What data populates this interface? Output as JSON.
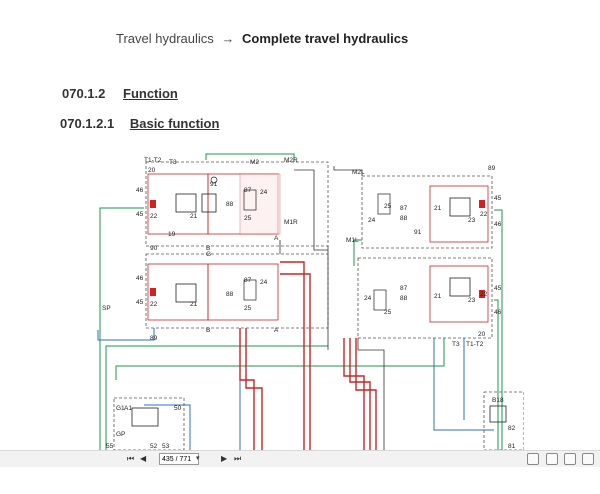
{
  "breadcrumb": {
    "parent": "Travel hydraulics",
    "arrow": "→",
    "current": "Complete travel hydraulics"
  },
  "sections": [
    {
      "number": "070.1.2",
      "title": "Function"
    },
    {
      "number": "070.1.2.1",
      "title": "Basic function"
    }
  ],
  "schematic_labels": {
    "t1t2_top": "T1-T2",
    "t3_top": "T3",
    "n20a": "20",
    "m2r": "M2R",
    "m1r": "M1R",
    "m2": "M2",
    "n46a": "46",
    "n45a": "45",
    "n22a": "22",
    "n21a": "21",
    "n91a": "91",
    "n88a": "88",
    "n87a": "87",
    "n24a": "24",
    "n25a": "25",
    "n90a": "90",
    "n89a": "89",
    "n19": "19",
    "b_a": "B",
    "a_a": "A",
    "g_a": "G",
    "n46b": "46",
    "n45b": "45",
    "n22b": "22",
    "n21b": "21",
    "n88b": "88",
    "n87b": "87",
    "n24b": "24",
    "n25b": "25",
    "n89b": "89",
    "b_b": "B",
    "a_b": "A",
    "sp": "SP",
    "m1l": "M1L",
    "m2l": "M2L",
    "n89c": "89",
    "n45c": "45",
    "n46c": "46",
    "n22c": "22",
    "n23c": "23",
    "n21c": "21",
    "n91c": "91",
    "n87c": "87",
    "n88c": "88",
    "n24c": "24",
    "n25c": "25",
    "n45d": "45",
    "n46d": "46",
    "n22d": "22",
    "n23d": "23",
    "n21d": "21",
    "n87d": "87",
    "n88d": "88",
    "n24d": "24",
    "n25d": "25",
    "t1t2_bot": "T1-T2",
    "t3_bot": "T3",
    "n20d": "20",
    "g1": "G1",
    "a1": "A1",
    "n50": "50",
    "n55": "55",
    "n52": "52",
    "n53": "53",
    "gp": "GP",
    "b18": "B18",
    "n82": "82",
    "n81": "81"
  },
  "pager": {
    "page_value": "435 / 771",
    "first": "⏮",
    "prev": "◀",
    "next": "▶",
    "last": "⏭",
    "dropdown": "▾"
  },
  "colors": {
    "red": "#d32020",
    "green": "#1a9a4a",
    "blue": "#2a6fc9",
    "dark": "#333333"
  }
}
